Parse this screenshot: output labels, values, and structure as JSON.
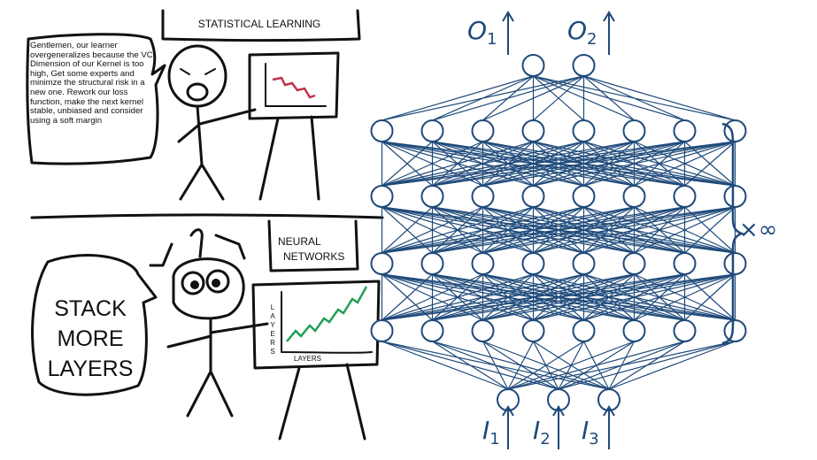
{
  "top_panel": {
    "speech": "Gentlemen, our learner overgeneralizes because the VC-Dimension of our Kernel is too high, Get some experts and minimze the structural risk in a new one. Rework our loss function, make the next kernel stable, unbiased and consider using a soft margin",
    "sign": "STATISTICAL LEARNING"
  },
  "bottom_panel": {
    "speech": "STACK MORE LAYERS",
    "sign_line1": "NEURAL",
    "sign_line2": "NETWORKS",
    "x_axis_label": "LAYERS",
    "y_axis_label": "LAYERS"
  },
  "network": {
    "outputs": [
      {
        "letter": "O",
        "index": "1"
      },
      {
        "letter": "O",
        "index": "2"
      }
    ],
    "inputs": [
      {
        "letter": "I",
        "index": "1"
      },
      {
        "letter": "I",
        "index": "2"
      },
      {
        "letter": "I",
        "index": "3"
      }
    ],
    "repeat_label": "×∞",
    "layers": [
      3,
      8,
      8,
      8,
      8,
      2
    ],
    "color": "#1f4a7a"
  },
  "colors": {
    "ink": "#111111",
    "decline": "#c0304a",
    "growth": "#1fa055",
    "network": "#1f4a7a"
  }
}
